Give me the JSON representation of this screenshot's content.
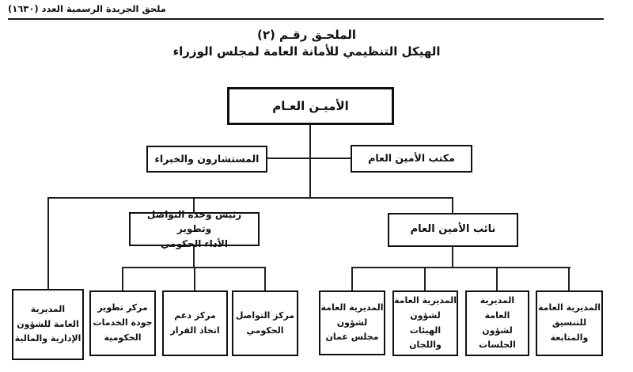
{
  "page": {
    "header_text": "ملحق الجريدة الرسمية العدد (١٦٣٠)",
    "title": "الملحـق رقـم (٢)",
    "subtitle": "الهيكل التنظيمي للأمانة العامة لمجلس الوزراء"
  },
  "colors": {
    "ink": "#111111",
    "line": "#222222",
    "background": "#ffffff"
  },
  "org": {
    "boxes": {
      "sg": "الأميـن العـام",
      "consultants": "المستشارون والخبراء",
      "office": "مكتب الأمين العام",
      "unit": "رئيس وحدة التواصل وتطوير\nالأداء الحكومي",
      "deputy": "نائب الأمين العام",
      "admin_fin": "المديرية\nالعامة للشؤون\nالإدارية والمالية",
      "services_quality": "مركز تطوير\nجودة الخدمات\nالحكومية",
      "decision_support": "مركز دعم\nاتخاذ القرار",
      "gov_comm": "مركز التواصل\nالحكومي",
      "oman_council": "المديرية العامة\nلشؤون\nمجلس عمان",
      "bodies_committees": "المديرية العامة\nلشؤون\nالهيئات واللجان",
      "sessions": "المديرية العامة\nلشؤون الجلسات",
      "coordination": "المديرية العامة\nللتنسيق والمتابعة"
    },
    "hierarchy": [
      {
        "parent": "الأمين العام",
        "children": [
          "مكتب الأمين العام",
          "المستشارون والخبراء",
          "نائب الأمين العام",
          "رئيس وحدة التواصل وتطوير الأداء الحكومي",
          "المديرية العامة للشؤون الإدارية والمالية"
        ]
      },
      {
        "parent": "رئيس وحدة التواصل وتطوير الأداء الحكومي",
        "children": [
          "مركز التواصل الحكومي",
          "مركز دعم اتخاذ القرار",
          "مركز تطوير جودة الخدمات الحكومية"
        ]
      },
      {
        "parent": "نائب الأمين العام",
        "children": [
          "المديرية العامة للتنسيق والمتابعة",
          "المديرية العامة لشؤون الجلسات",
          "المديرية العامة لشؤون الهيئات واللجان",
          "المديرية العامة لشؤون مجلس عمان"
        ]
      }
    ]
  }
}
